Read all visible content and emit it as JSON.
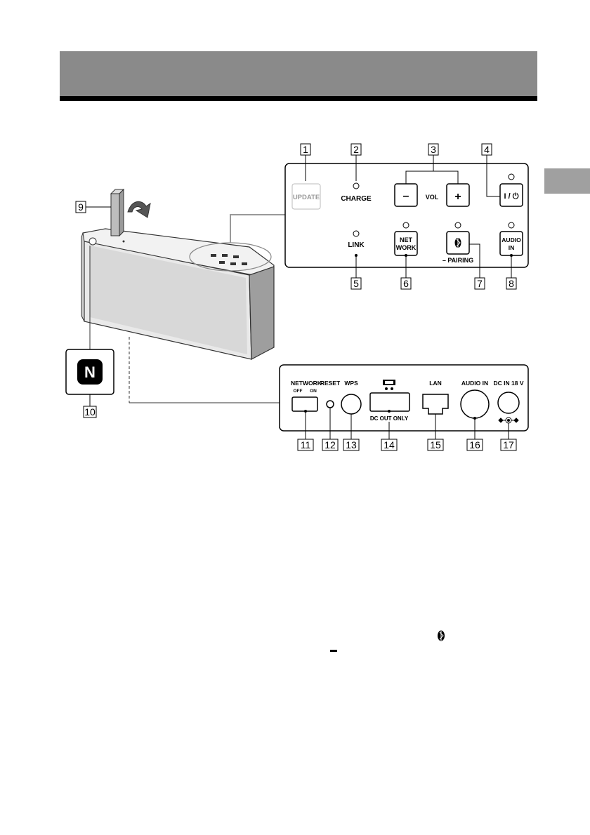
{
  "top_panel": {
    "buttons": {
      "update": "UPDATE",
      "vol_minus": "–",
      "vol_plus": "+",
      "power": "I / ⏻",
      "network_line1": "NET",
      "network_line2": "WORK",
      "audio_in_line1": "AUDIO",
      "audio_in_line2": "IN"
    },
    "labels": {
      "charge": "CHARGE",
      "vol": "VOL",
      "link": "LINK",
      "pairing": "– PAIRING"
    },
    "callouts": {
      "c1": "1",
      "c2": "2",
      "c3": "3",
      "c4": "4",
      "c5": "5",
      "c6": "6",
      "c7": "7",
      "c8": "8"
    }
  },
  "rear_panel": {
    "labels": {
      "network": "NETWORK",
      "off": "OFF",
      "on": "ON",
      "reset": "RESET",
      "wps": "WPS",
      "dc_out_only": "DC OUT ONLY",
      "lan": "LAN",
      "audio_in": "AUDIO IN",
      "dc_in": "DC IN 18 V"
    },
    "callouts": {
      "c11": "11",
      "c12": "12",
      "c13": "13",
      "c14": "14",
      "c15": "15",
      "c16": "16",
      "c17": "17"
    }
  },
  "speaker": {
    "callouts": {
      "c9": "9",
      "c10": "10"
    },
    "nfc_symbol": "N"
  },
  "body_text": {
    "stray_minus": "–"
  },
  "icons": [
    "bluetooth-icon",
    "power-icon",
    "nfc-icon",
    "usb-icon",
    "polarity-icon",
    "arrow-icon"
  ]
}
